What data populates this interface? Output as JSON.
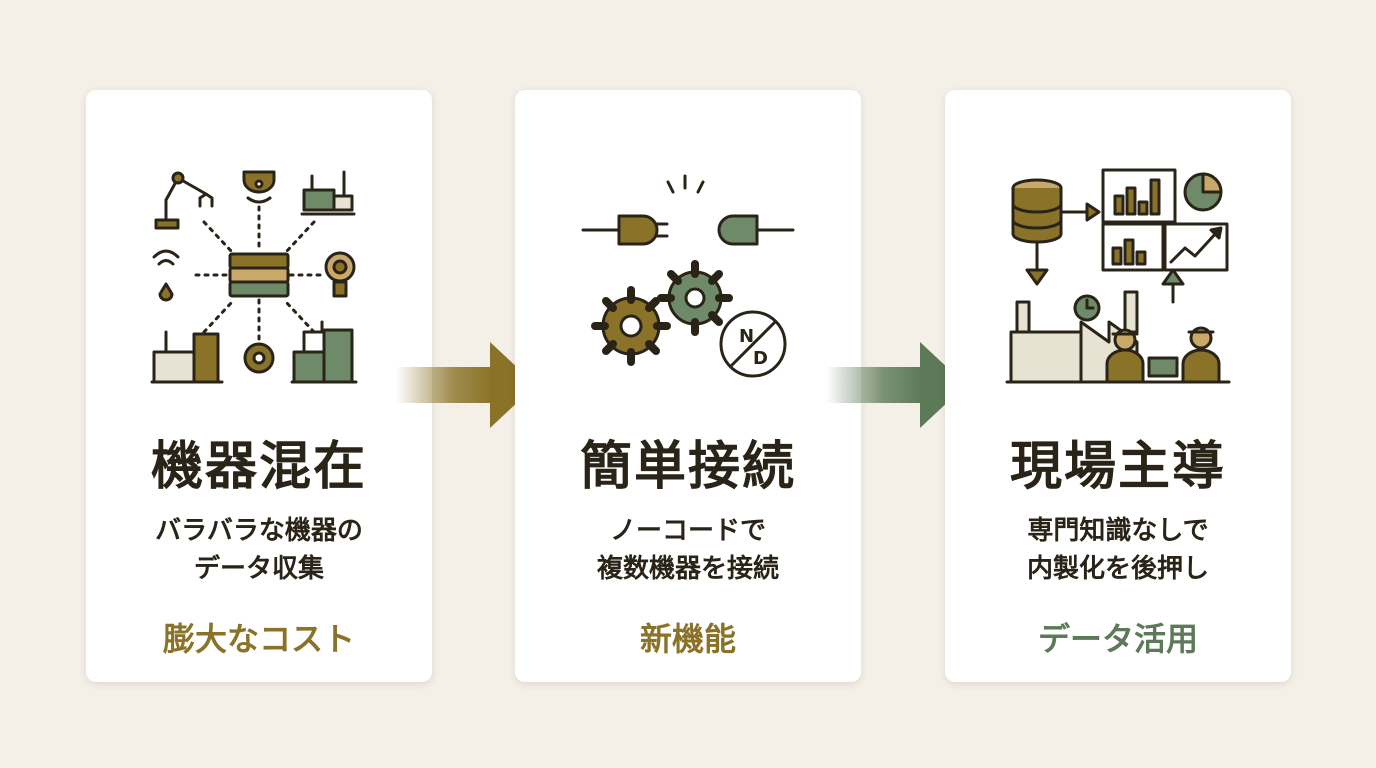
{
  "colors": {
    "background": "#f4f0e8",
    "card": "#ffffff",
    "text": "#2a2418",
    "gold": "#8a7328",
    "green": "#5c7a58"
  },
  "cards": [
    {
      "icon": "mixed-devices-network-icon",
      "title": "機器混在",
      "desc_line1": "バラバラな機器の",
      "desc_line2": "データ収集",
      "tag": "膨大なコスト"
    },
    {
      "icon": "plug-connect-gears-icon",
      "title": "簡単接続",
      "desc_line1": "ノーコードで",
      "desc_line2": "複数機器を接続",
      "tag": "新機能"
    },
    {
      "icon": "data-analytics-factory-workers-icon",
      "title": "現場主導",
      "desc_line1": "専門知識なしで",
      "desc_line2": "内製化を後押し",
      "tag": "データ活用"
    }
  ],
  "icon_badge_text": {
    "n": "N",
    "d": "D"
  }
}
